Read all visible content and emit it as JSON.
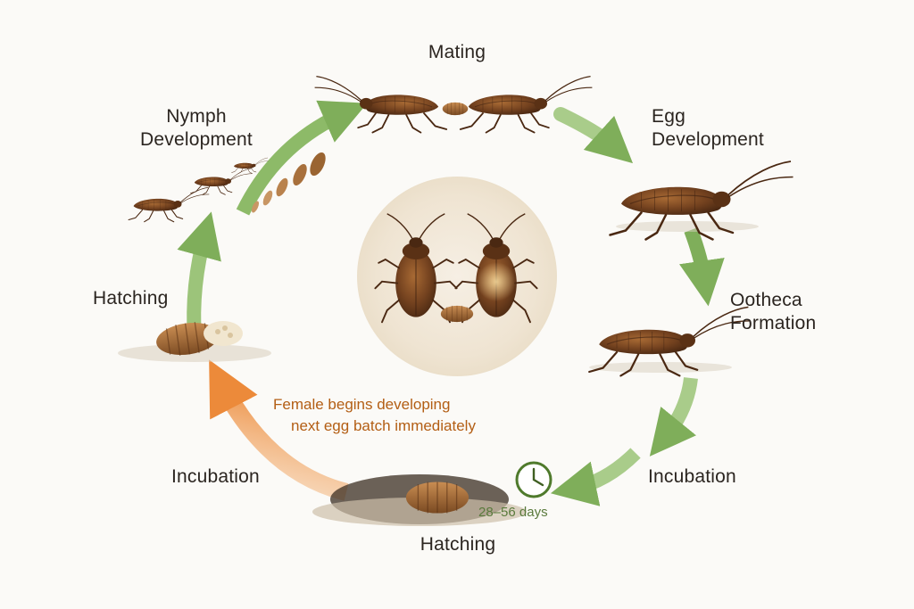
{
  "stages": {
    "mating": "Mating",
    "egg_development": [
      "Egg",
      "Development"
    ],
    "ootheca_formation": [
      "Ootheca",
      "Formation"
    ],
    "incubation_right": "Incubation",
    "hatching_bottom": "Hatching",
    "incubation_left": "Incubation",
    "hatching_left": "Hatching",
    "nymph_development": [
      "Nymph",
      "Development"
    ]
  },
  "note": [
    "Female begins developing",
    "next egg batch immediately"
  ],
  "duration": "28–56 days",
  "icons": [
    "cockroach-icon",
    "ootheca-icon",
    "clock-icon",
    "arrow-icon"
  ],
  "colors": {
    "arrow_green": "#7fae5a",
    "arrow_orange": "#ec8a3a",
    "note_text": "#b35e14",
    "days_text": "#5a7a3c",
    "insect_brown": "#6e3f1f"
  }
}
